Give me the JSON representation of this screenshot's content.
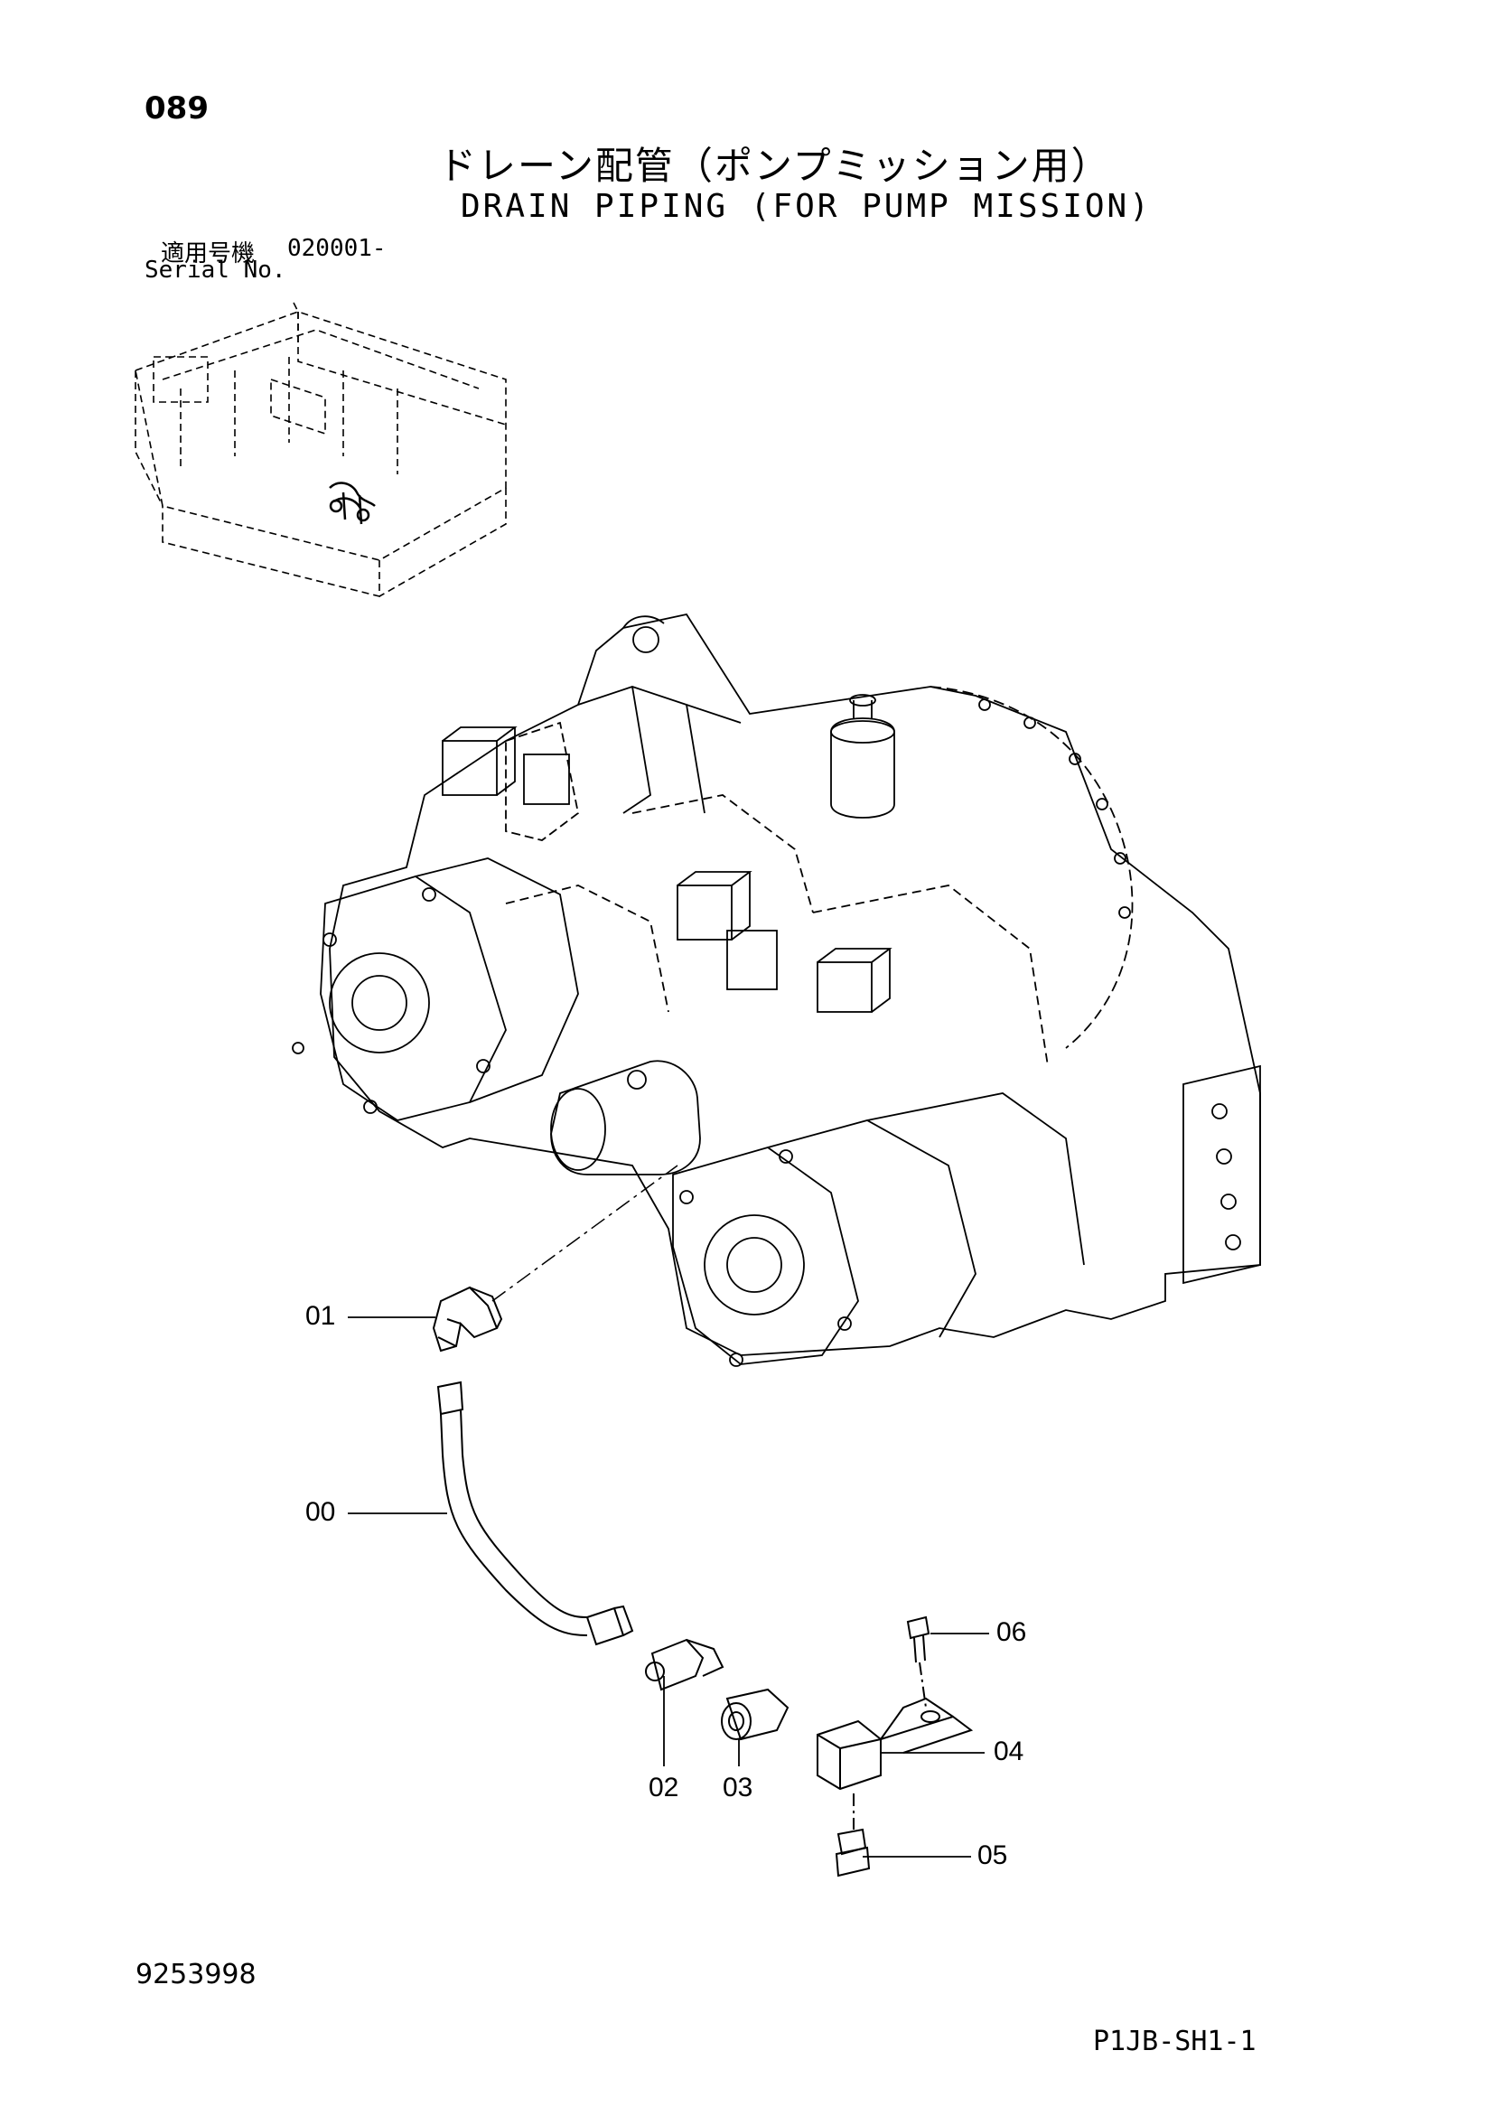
{
  "header": {
    "page_number": "089",
    "title_ja": "ドレーン配管（ポンプミッション用）",
    "title_en": "DRAIN PIPING (FOR PUMP MISSION)",
    "serial_label_ja": "適用号機",
    "serial_value": "020001-",
    "serial_label_en": "Serial No."
  },
  "callouts": [
    {
      "id": "01"
    },
    {
      "id": "00"
    },
    {
      "id": "02"
    },
    {
      "id": "03"
    },
    {
      "id": "04"
    },
    {
      "id": "05"
    },
    {
      "id": "06"
    }
  ],
  "footer": {
    "doc_number": "9253998",
    "sheet_code": "P1JB-SH1-1"
  }
}
